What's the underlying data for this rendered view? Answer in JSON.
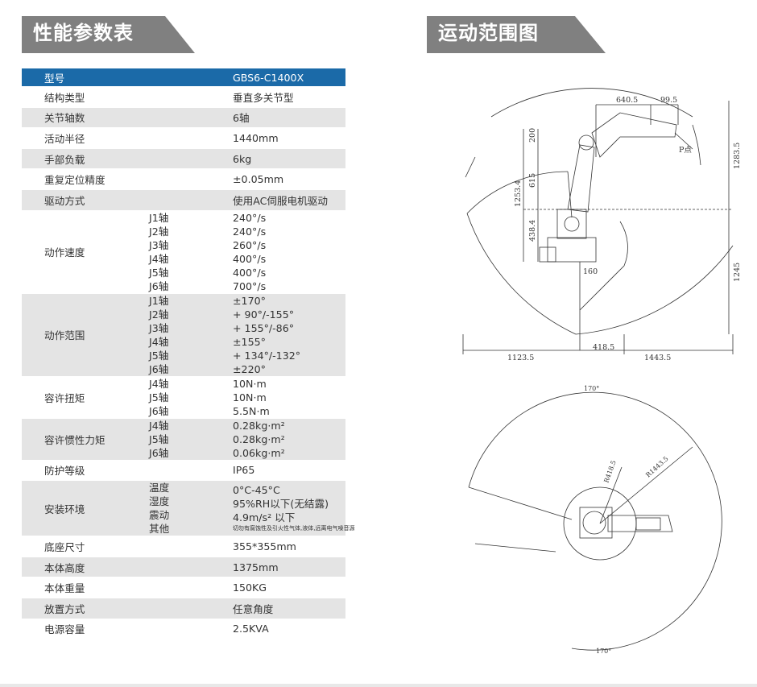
{
  "left_section": {
    "title": "性能参数表"
  },
  "right_section": {
    "title": "运动范围图"
  },
  "colors": {
    "header_blue": "#1b6aa8",
    "banner_gray": "#808080",
    "row_gray": "#e4e4e4"
  },
  "spec_table": {
    "header": {
      "label": "型号",
      "value": "GBS6-C1400X"
    },
    "rows": [
      {
        "label": "结构类型",
        "value": "垂直多关节型"
      },
      {
        "label": "关节轴数",
        "value": "6轴"
      },
      {
        "label": "活动半径",
        "value": "1440mm"
      },
      {
        "label": "手部负载",
        "value": "6kg"
      },
      {
        "label": "重复定位精度",
        "value": "±0.05mm"
      },
      {
        "label": "驱动方式",
        "value": "使用AC伺服电机驱动"
      }
    ],
    "motion_speed": {
      "label": "动作速度",
      "sub": [
        "J1轴",
        "J2轴",
        "J3轴",
        "J4轴",
        "J5轴",
        "J6轴"
      ],
      "values": [
        "240°/s",
        "240°/s",
        "260°/s",
        "400°/s",
        "400°/s",
        "700°/s"
      ]
    },
    "motion_range": {
      "label": "动作范围",
      "sub": [
        "J1轴",
        "J2轴",
        "J3轴",
        "J4轴",
        "J5轴",
        "J6轴"
      ],
      "values": [
        "±170°",
        "+ 90°/-155°",
        "+ 155°/-86°",
        "±155°",
        "+ 134°/-132°",
        "±220°"
      ]
    },
    "torque": {
      "label": "容许扭矩",
      "sub": [
        "J4轴",
        "J5轴",
        "J6轴"
      ],
      "values": [
        "10N·m",
        "10N·m",
        "5.5N·m"
      ]
    },
    "inertia": {
      "label": "容许惯性力矩",
      "sub": [
        "J4轴",
        "J5轴",
        "J6轴"
      ],
      "values": [
        "0.28kg·m²",
        "0.28kg·m²",
        "0.06kg·m²"
      ]
    },
    "protection": {
      "label": "防护等级",
      "value": "IP65"
    },
    "environment": {
      "label": "安装环境",
      "sub": [
        "温度",
        "湿度",
        "震动",
        "其他"
      ],
      "values": [
        "0°C-45°C",
        "95%RH以下(无结露)",
        "4.9m/s² 以下"
      ],
      "note": "切勿有腐蚀性及引火性气体,液体,远离电气噪音源"
    },
    "rows_bottom": [
      {
        "label": "底座尺寸",
        "value": "355*355mm"
      },
      {
        "label": "本体高度",
        "value": "1375mm"
      },
      {
        "label": "本体重量",
        "value": "150KG"
      },
      {
        "label": "放置方式",
        "value": "任意角度"
      },
      {
        "label": "电源容量",
        "value": "2.5KVA"
      }
    ]
  },
  "side_view_dims": {
    "top_width_1": "640.5",
    "top_width_2": "99.5",
    "p_point": "P点",
    "height_200": "200",
    "height_615": "615",
    "height_1253": "1253.4",
    "height_438": "438.4",
    "height_1283": "1283.5",
    "height_1245": "1245",
    "base_160": "160",
    "bottom_left": "1123.5",
    "bottom_mid": "418.5",
    "bottom_right": "1443.5"
  },
  "top_view_dims": {
    "angle_top": "170°",
    "angle_bottom": "170°",
    "radius_inner": "R418.5",
    "radius_outer": "R1443.5"
  }
}
